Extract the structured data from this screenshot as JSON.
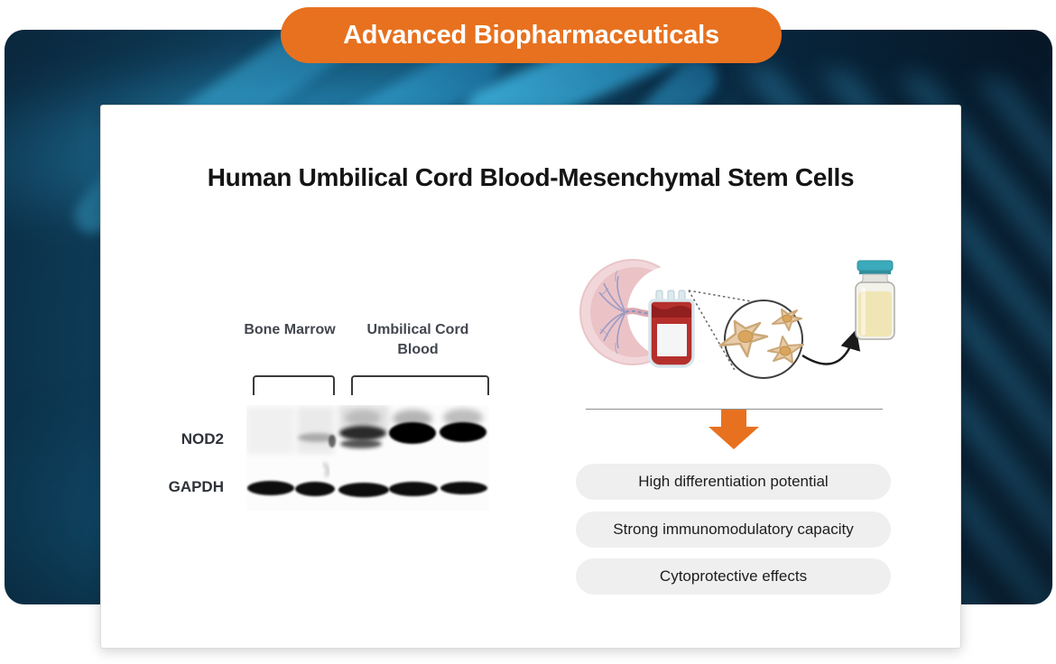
{
  "banner": {
    "label": "Advanced Biopharmaceuticals",
    "background_color": "#E7711F",
    "text_color": "#FFFFFF"
  },
  "background": {
    "description": "dark blue microbiology photo with bacteria rods and DNA strands",
    "base_colors": [
      "#0A2336",
      "#104767",
      "#2F9CC9"
    ]
  },
  "card": {
    "title": "Human Umbilical Cord Blood-Mesenchymal Stem Cells",
    "western_blot": {
      "groups": [
        {
          "label": "Bone Marrow",
          "lanes": 2
        },
        {
          "label": "Umbilical Cord Blood",
          "lanes": 3
        }
      ],
      "rows": [
        {
          "label": "NOD2",
          "band_intensities": [
            "none",
            "faint",
            "medium",
            "strong",
            "strong"
          ]
        },
        {
          "label": "GAPDH",
          "band_intensities": [
            "strong",
            "strong",
            "strong",
            "strong",
            "strong"
          ]
        }
      ]
    },
    "workflow_icons": [
      "placenta-icon",
      "cord-blood-bag-icon",
      "magnifier-circle-icon",
      "stem-cell-icon",
      "curved-arrow-icon",
      "vial-icon",
      "down-arrow-icon"
    ],
    "benefits": [
      "High differentiation potential",
      "Strong immunomodulatory capacity",
      "Cytoprotective effects"
    ],
    "benefit_pill_background": "#EFEFEF",
    "accent_color": "#E7711F",
    "divider_color": "#8F8F8F"
  }
}
